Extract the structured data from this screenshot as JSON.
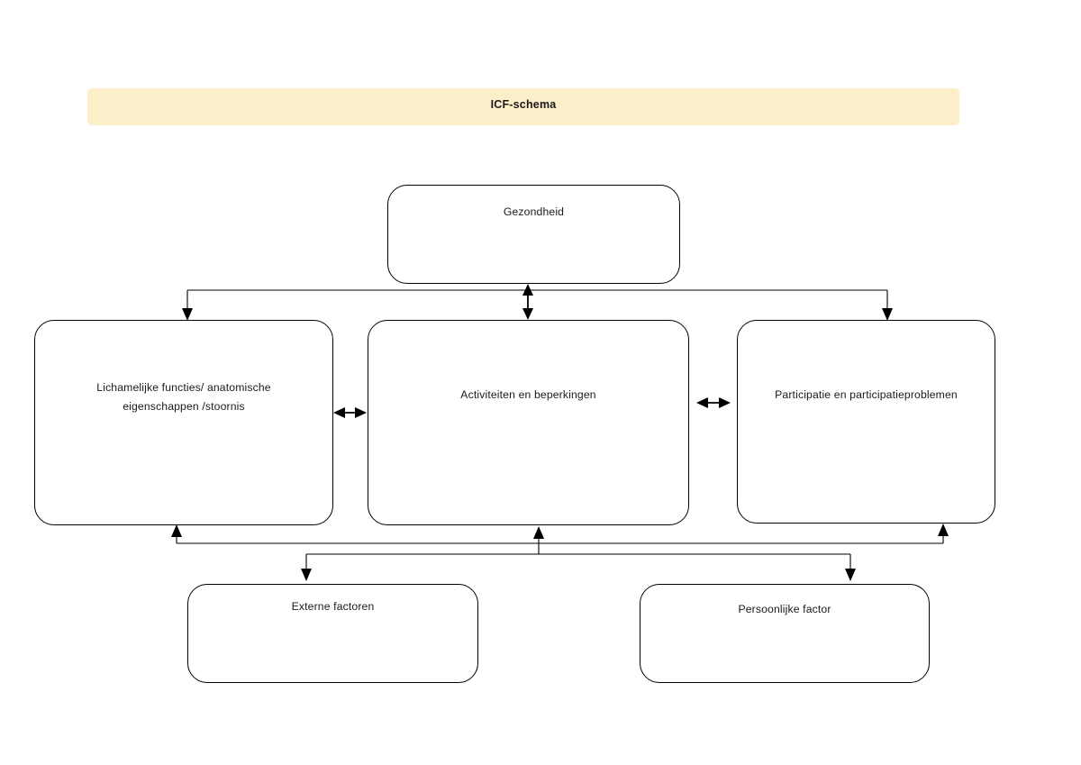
{
  "banner": {
    "title": "ICF-schema",
    "background_color": "#fceec9"
  },
  "diagram": {
    "type": "flowchart",
    "title": "ICF-schema",
    "page_background": "#ffffff",
    "node_border_color": "#000000",
    "node_fill_color": "#ffffff",
    "nodes": [
      {
        "id": "gezondheid",
        "label": "Gezondheid"
      },
      {
        "id": "lichamelijk",
        "label": "Lichamelijke functies/ anatomische\neigenschappen /stoornis"
      },
      {
        "id": "activiteiten",
        "label": "Activiteiten en beperkingen"
      },
      {
        "id": "participatie",
        "label": "Participatie en participatieproblemen"
      },
      {
        "id": "externe",
        "label": "Externe factoren"
      },
      {
        "id": "persoonlijke",
        "label": "Persoonlijke factor"
      }
    ],
    "edges": [
      {
        "from": "gezondheid",
        "to": "lichamelijk",
        "arrow": "single"
      },
      {
        "from": "gezondheid",
        "to": "activiteiten",
        "arrow": "double"
      },
      {
        "from": "gezondheid",
        "to": "participatie",
        "arrow": "single"
      },
      {
        "from": "lichamelijk",
        "to": "activiteiten",
        "arrow": "double"
      },
      {
        "from": "activiteiten",
        "to": "participatie",
        "arrow": "double"
      },
      {
        "from": "externe",
        "to": "lichamelijk",
        "arrow": "single"
      },
      {
        "from": "externe",
        "to": "activiteiten",
        "arrow": "single"
      },
      {
        "from": "externe",
        "to": "participatie",
        "arrow": "single"
      },
      {
        "from": "activiteiten",
        "to": "externe",
        "arrow": "single"
      },
      {
        "from": "activiteiten",
        "to": "persoonlijke",
        "arrow": "single"
      }
    ]
  }
}
